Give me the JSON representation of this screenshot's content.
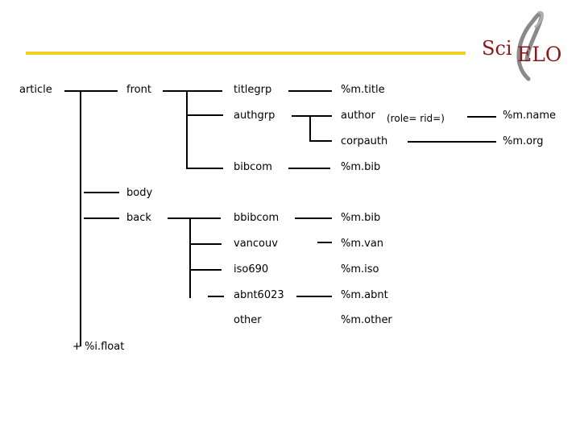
{
  "logo": {
    "part1": "Sci",
    "part2": "ELO"
  },
  "nodes": {
    "article": "article",
    "front": "front",
    "body": "body",
    "back": "back",
    "float": "+ %i.float",
    "titlegrp": "titlegrp",
    "authgrp": "authgrp",
    "bibcom": "bibcom",
    "bbibcom": "bbibcom",
    "vancouv": "vancouv",
    "iso690": "iso690",
    "abnt6023": "abnt6023",
    "other": "other",
    "m_title": "%m.title",
    "author": "author",
    "author_attrs": "(role= rid=)",
    "corpauth": "corpauth",
    "m_bib_front": "%m.bib",
    "m_bib_back": "%m.bib",
    "m_van": "%m.van",
    "m_iso": "%m.iso",
    "m_abnt": "%m.abnt",
    "m_other": "%m.other",
    "m_name": "%m.name",
    "m_org": "%m.org"
  },
  "colors": {
    "accent_bar": "#f2cf22",
    "logo_text": "#8a1a1a",
    "logo_swirl": "#8a8a8a"
  }
}
